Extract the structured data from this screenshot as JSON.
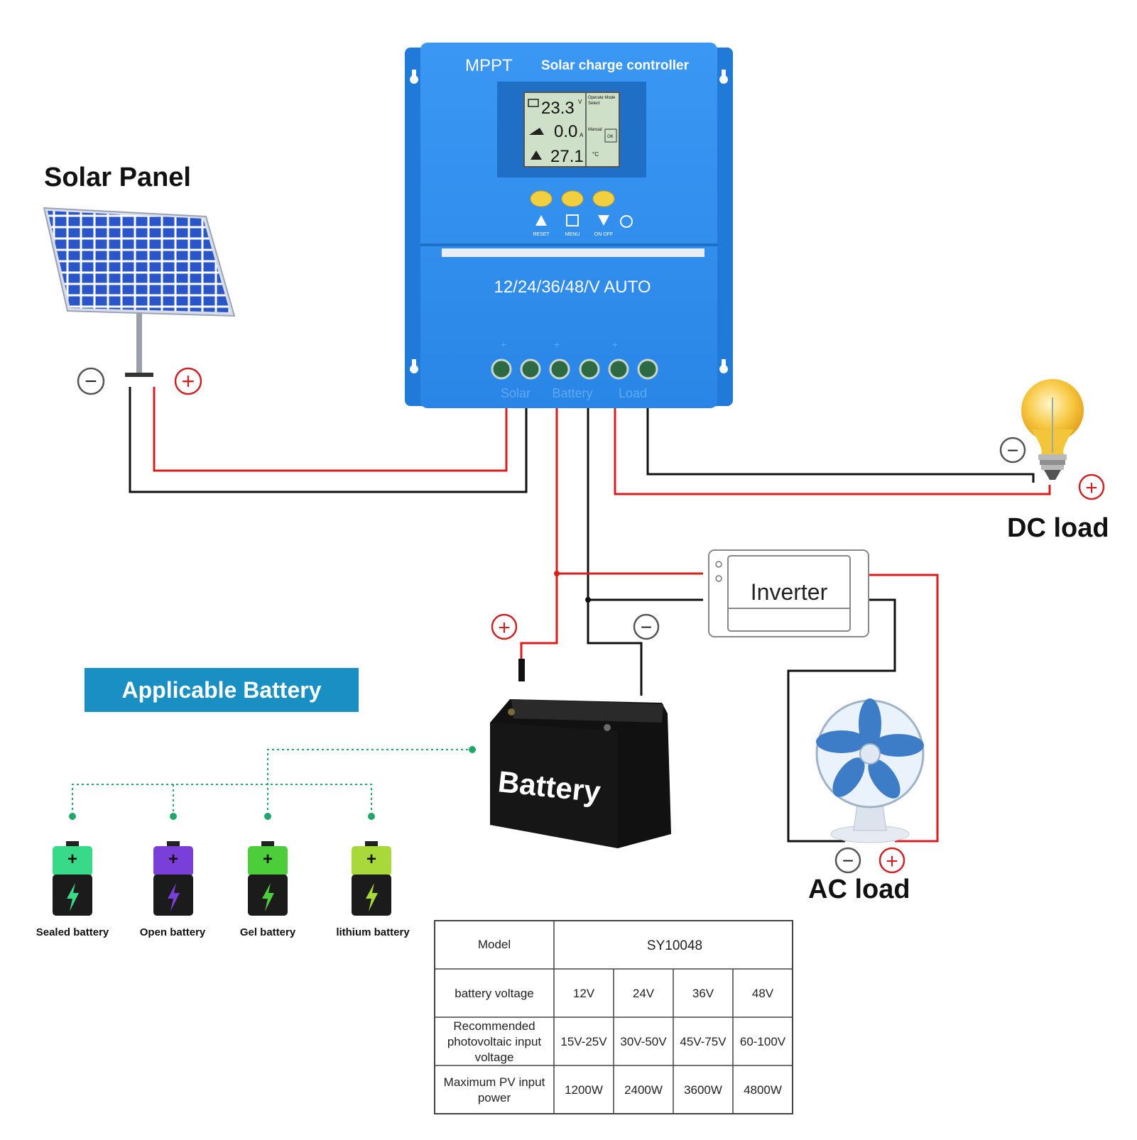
{
  "labels": {
    "solar_panel": "Solar Panel",
    "dc_load": "DC load",
    "ac_load": "AC load",
    "inverter": "Inverter",
    "battery": "Battery",
    "applicable_battery": "Applicable Battery"
  },
  "controller": {
    "brand": "MPPT",
    "title": "Solar charge controller",
    "voltage_text": "12/24/36/48/V AUTO",
    "lcd": {
      "line1_value": "23.3",
      "line1_unit": "V",
      "line2_value": "0.0",
      "line2_unit": "A",
      "line3_value": "27.1",
      "line3_unit": "°C",
      "side_label_1": "Operate Mode",
      "side_label_2": "Select",
      "side_label_3": "Manual",
      "side_label_4": "OK"
    },
    "buttons": [
      "RESET",
      "MENU",
      "ON OFF"
    ],
    "terminal_labels": [
      "Solar",
      "Battery",
      "Load"
    ]
  },
  "polarity": {
    "minus": "−",
    "plus": "+"
  },
  "battery_types": [
    {
      "label": "Sealed battery",
      "color": "#39d98a"
    },
    {
      "label": "Open battery",
      "color": "#7b3fd9"
    },
    {
      "label": "Gel battery",
      "color": "#4ccd3a"
    },
    {
      "label": "lithium battery",
      "color": "#a9d83a"
    }
  ],
  "colors": {
    "controller_blue": "#2e8ff0",
    "wire_red": "#d81e1e",
    "wire_black": "#111111",
    "badge_blue": "#1a8fc4",
    "dotted_green": "#1fa86a"
  },
  "spec_table": {
    "model_label": "Model",
    "model_value": "SY10048",
    "rows": [
      {
        "label": "battery voltage",
        "values": [
          "12V",
          "24V",
          "36V",
          "48V"
        ]
      },
      {
        "label": "Recommended photovoltaic input voltage",
        "label_lines": [
          "Recommended",
          "photovoltaic input",
          "voltage"
        ],
        "values": [
          "15V-25V",
          "30V-50V",
          "45V-75V",
          "60-100V"
        ]
      },
      {
        "label": "Maximum PV input power",
        "label_lines": [
          "Maximum PV input",
          "power"
        ],
        "values": [
          "1200W",
          "2400W",
          "3600W",
          "4800W"
        ]
      }
    ]
  }
}
